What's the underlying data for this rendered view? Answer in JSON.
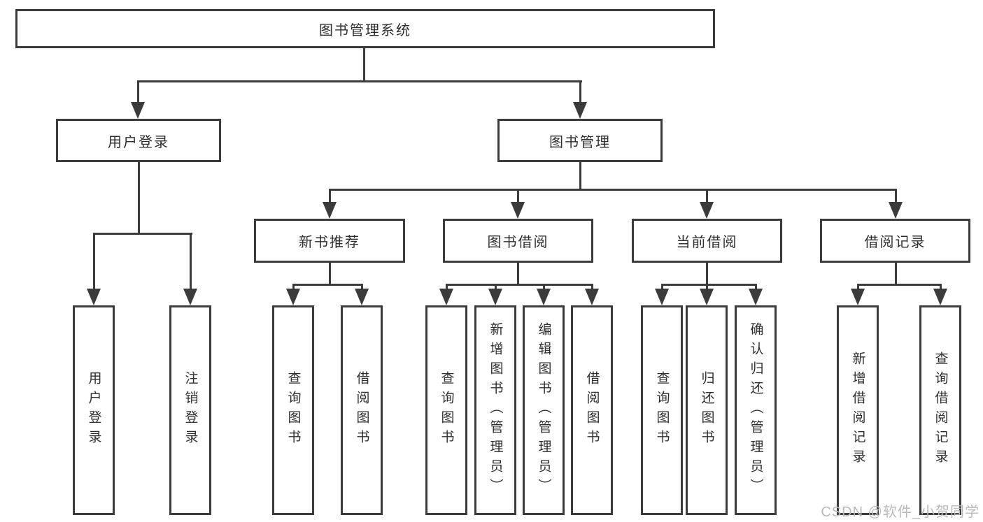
{
  "diagram": {
    "root": {
      "label": "图书管理系统"
    },
    "level2": [
      {
        "label": "用户登录"
      },
      {
        "label": "图书管理"
      }
    ],
    "level3": [
      {
        "label": "新书推荐"
      },
      {
        "label": "图书借阅"
      },
      {
        "label": "当前借阅"
      },
      {
        "label": "借阅记录"
      }
    ],
    "leaves": {
      "user_login": [
        "用户登录",
        "注销登录"
      ],
      "new_book_recommend": [
        "查询图书",
        "借阅图书"
      ],
      "book_borrow": [
        "查询图书",
        "新增图书（管理员）",
        "编辑图书（管理员）",
        "借阅图书"
      ],
      "current_borrow": [
        "查询图书",
        "归还图书",
        "确认归还（管理员）"
      ],
      "borrow_records": [
        "新增借阅记录",
        "查询借阅记录"
      ]
    },
    "watermark": "CSDN @软件_小贺同学",
    "colors": {
      "line": "#3b3b3b",
      "text": "#2e2e2e",
      "watermark": "#b9b9b9",
      "background": "#ffffff"
    }
  }
}
